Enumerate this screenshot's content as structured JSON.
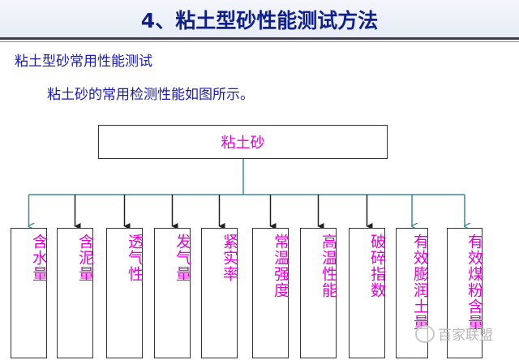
{
  "title": "4、粘土型砂性能测试方法",
  "subtitle": "粘土型砂常用性能测试",
  "description": "粘土砂的常用检测性能如图所示。",
  "diagram": {
    "root": "粘土砂",
    "children": [
      {
        "label": "含水量"
      },
      {
        "label": "含泥量"
      },
      {
        "label": "透气性"
      },
      {
        "label": "发气量"
      },
      {
        "label": "紧实率"
      },
      {
        "label": "常温强度"
      },
      {
        "label": "高温性能"
      },
      {
        "label": "破碎指数"
      },
      {
        "label": "有效膨润土量"
      },
      {
        "label": "有效煤粉含量"
      }
    ],
    "colors": {
      "node_text": "#e000d8",
      "connector": "#3a8a9a",
      "title": "#0f1f8c",
      "body_text": "#1a1ab4"
    }
  },
  "watermark": {
    "text": "百家联盟",
    "icon": "wechat-icon"
  }
}
